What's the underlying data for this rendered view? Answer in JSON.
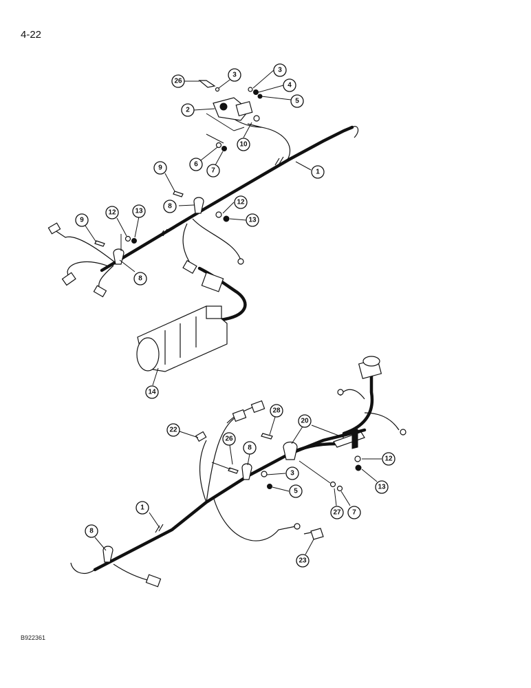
{
  "page_number": "4-22",
  "figure_code": "B922361",
  "callouts": [
    {
      "label": "26"
    },
    {
      "label": "3"
    },
    {
      "label": "3"
    },
    {
      "label": "4"
    },
    {
      "label": "5"
    },
    {
      "label": "2"
    },
    {
      "label": "6"
    },
    {
      "label": "7"
    },
    {
      "label": "10"
    },
    {
      "label": "1"
    },
    {
      "label": "9"
    },
    {
      "label": "8"
    },
    {
      "label": "12"
    },
    {
      "label": "13"
    },
    {
      "label": "9"
    },
    {
      "label": "12"
    },
    {
      "label": "13"
    },
    {
      "label": "8"
    },
    {
      "label": "14"
    },
    {
      "label": "22"
    },
    {
      "label": "28"
    },
    {
      "label": "20"
    },
    {
      "label": "26"
    },
    {
      "label": "8"
    },
    {
      "label": "3"
    },
    {
      "label": "5"
    },
    {
      "label": "12"
    },
    {
      "label": "13"
    },
    {
      "label": "27"
    },
    {
      "label": "7"
    },
    {
      "label": "1"
    },
    {
      "label": "8"
    },
    {
      "label": "23"
    }
  ]
}
